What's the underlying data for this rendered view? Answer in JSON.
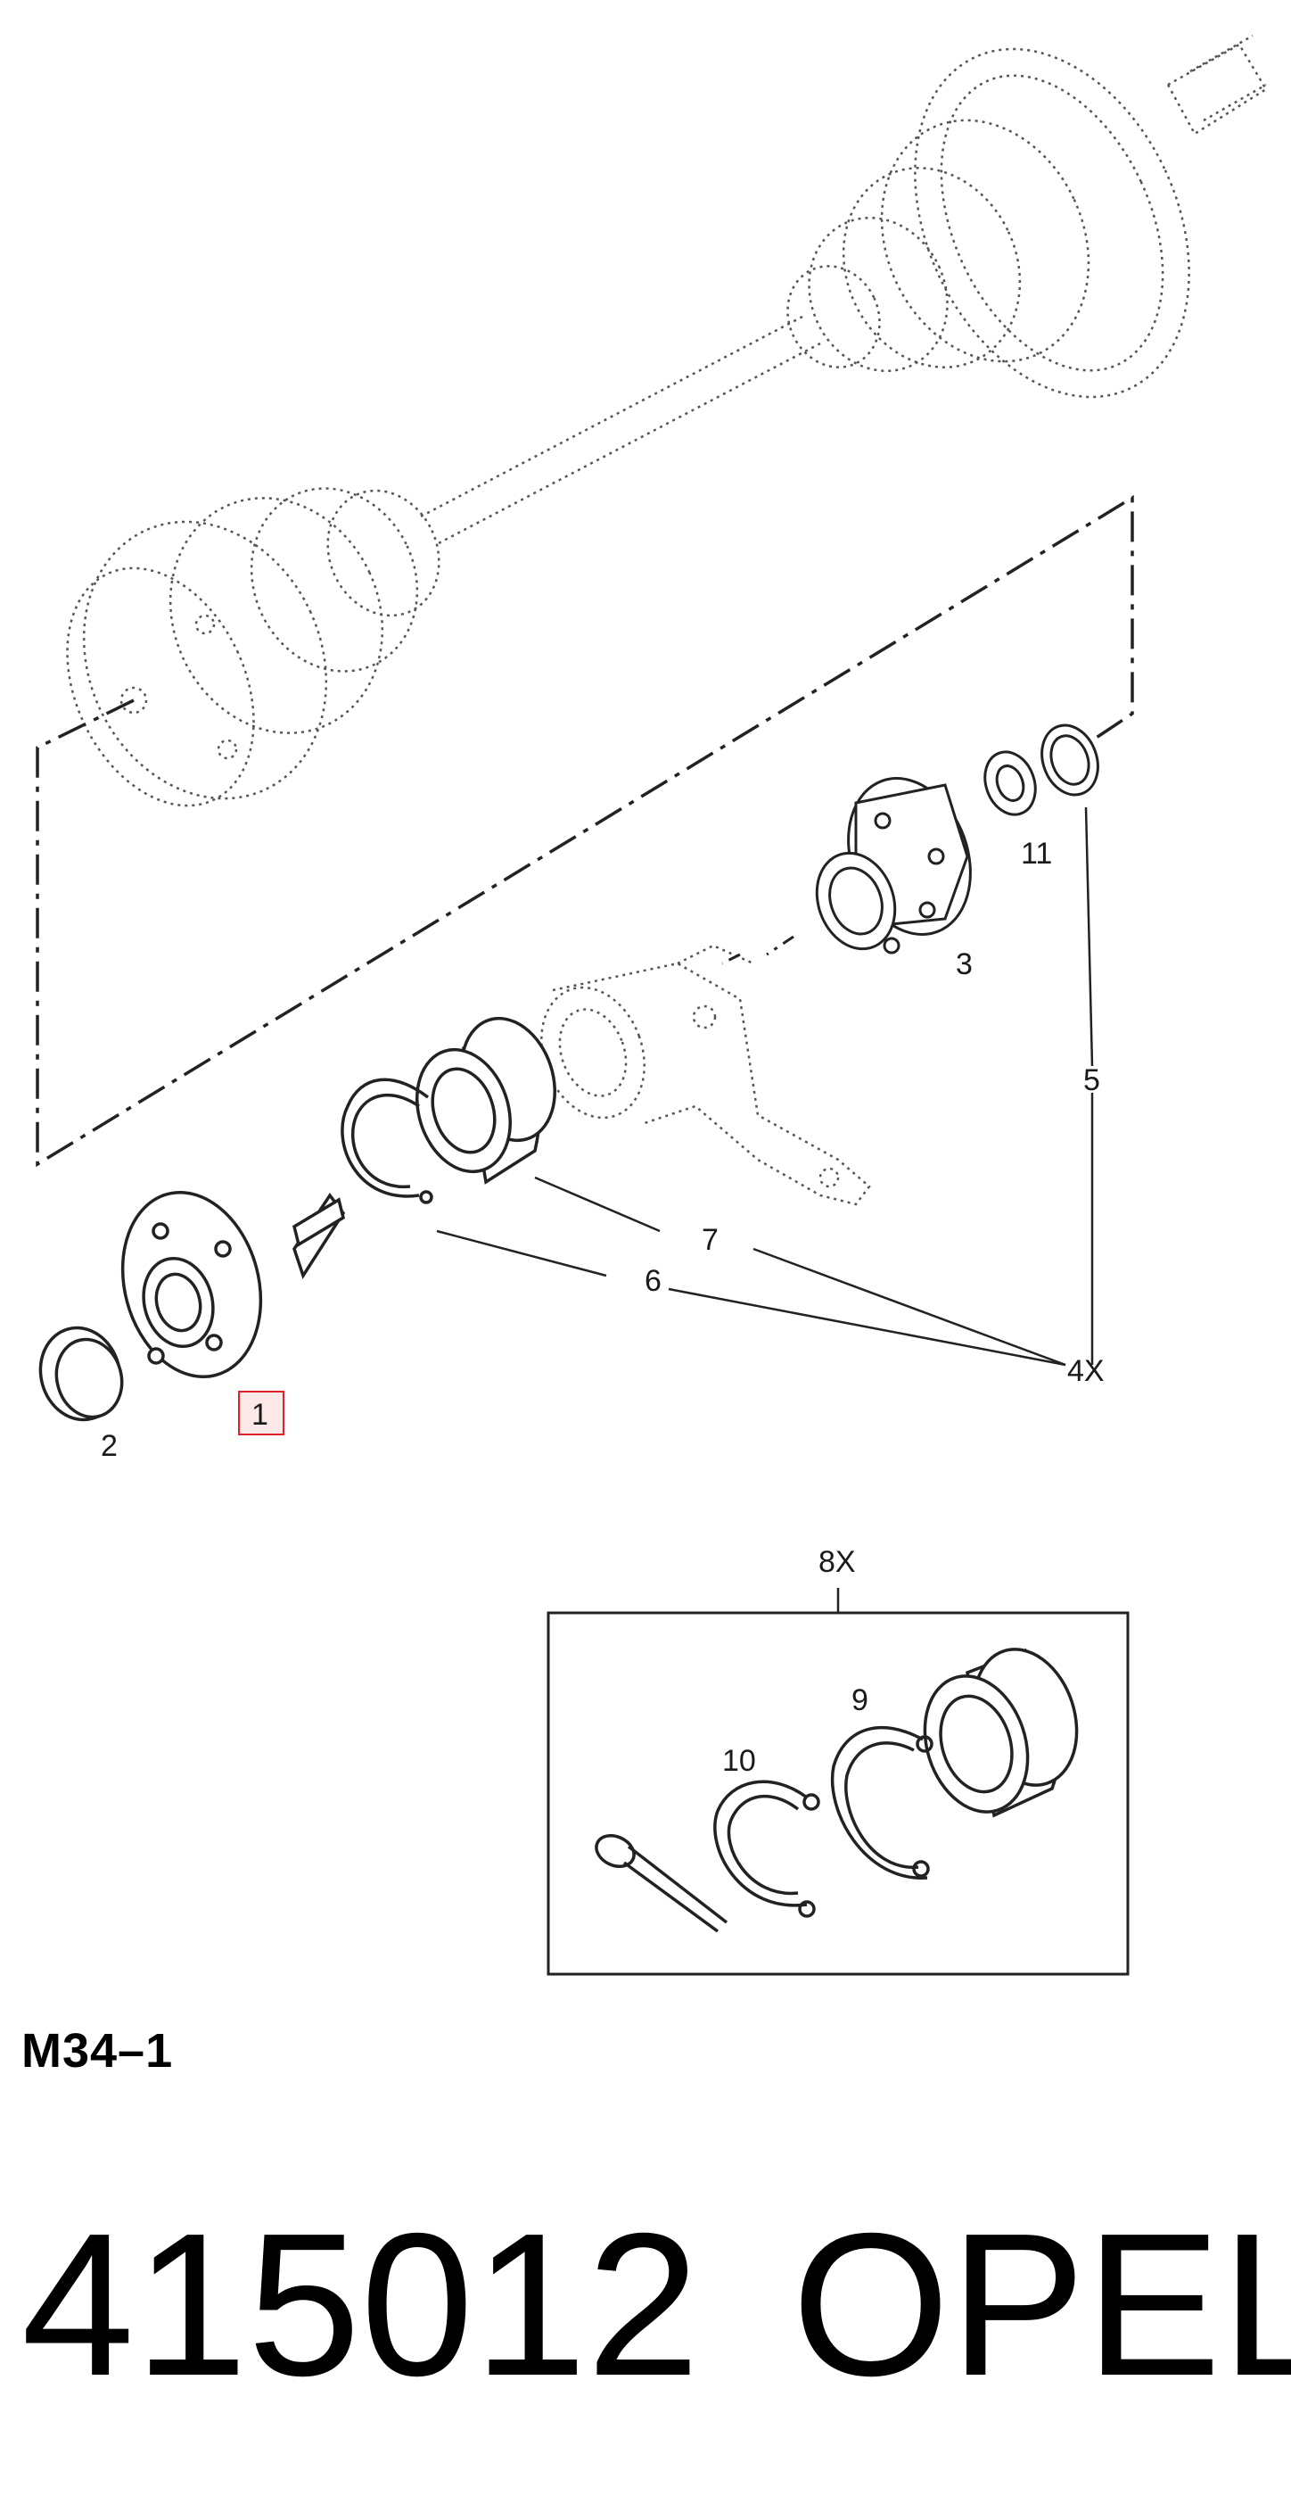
{
  "callouts": {
    "c1": "1",
    "c2": "2",
    "c3": "3",
    "c4x": "4X",
    "c5": "5",
    "c6": "6",
    "c7": "7",
    "c8x": "8X",
    "c9": "9",
    "c10": "10",
    "c11": "11"
  },
  "highlight_color": "#e0202a",
  "diagram_code": "M34–1",
  "part_number": "415012",
  "brand": "OPEL"
}
